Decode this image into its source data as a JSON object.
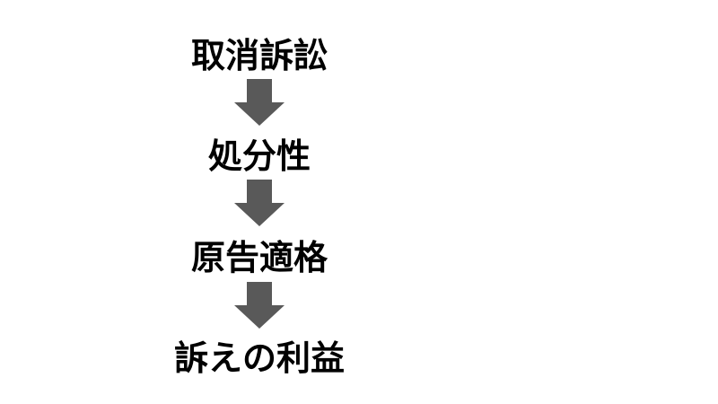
{
  "flow": {
    "steps": [
      {
        "label": "取消訴訟"
      },
      {
        "label": "処分性"
      },
      {
        "label": "原告適格"
      },
      {
        "label": "訴えの利益"
      }
    ],
    "arrow_color": "#595959",
    "text_color": "#000000"
  }
}
